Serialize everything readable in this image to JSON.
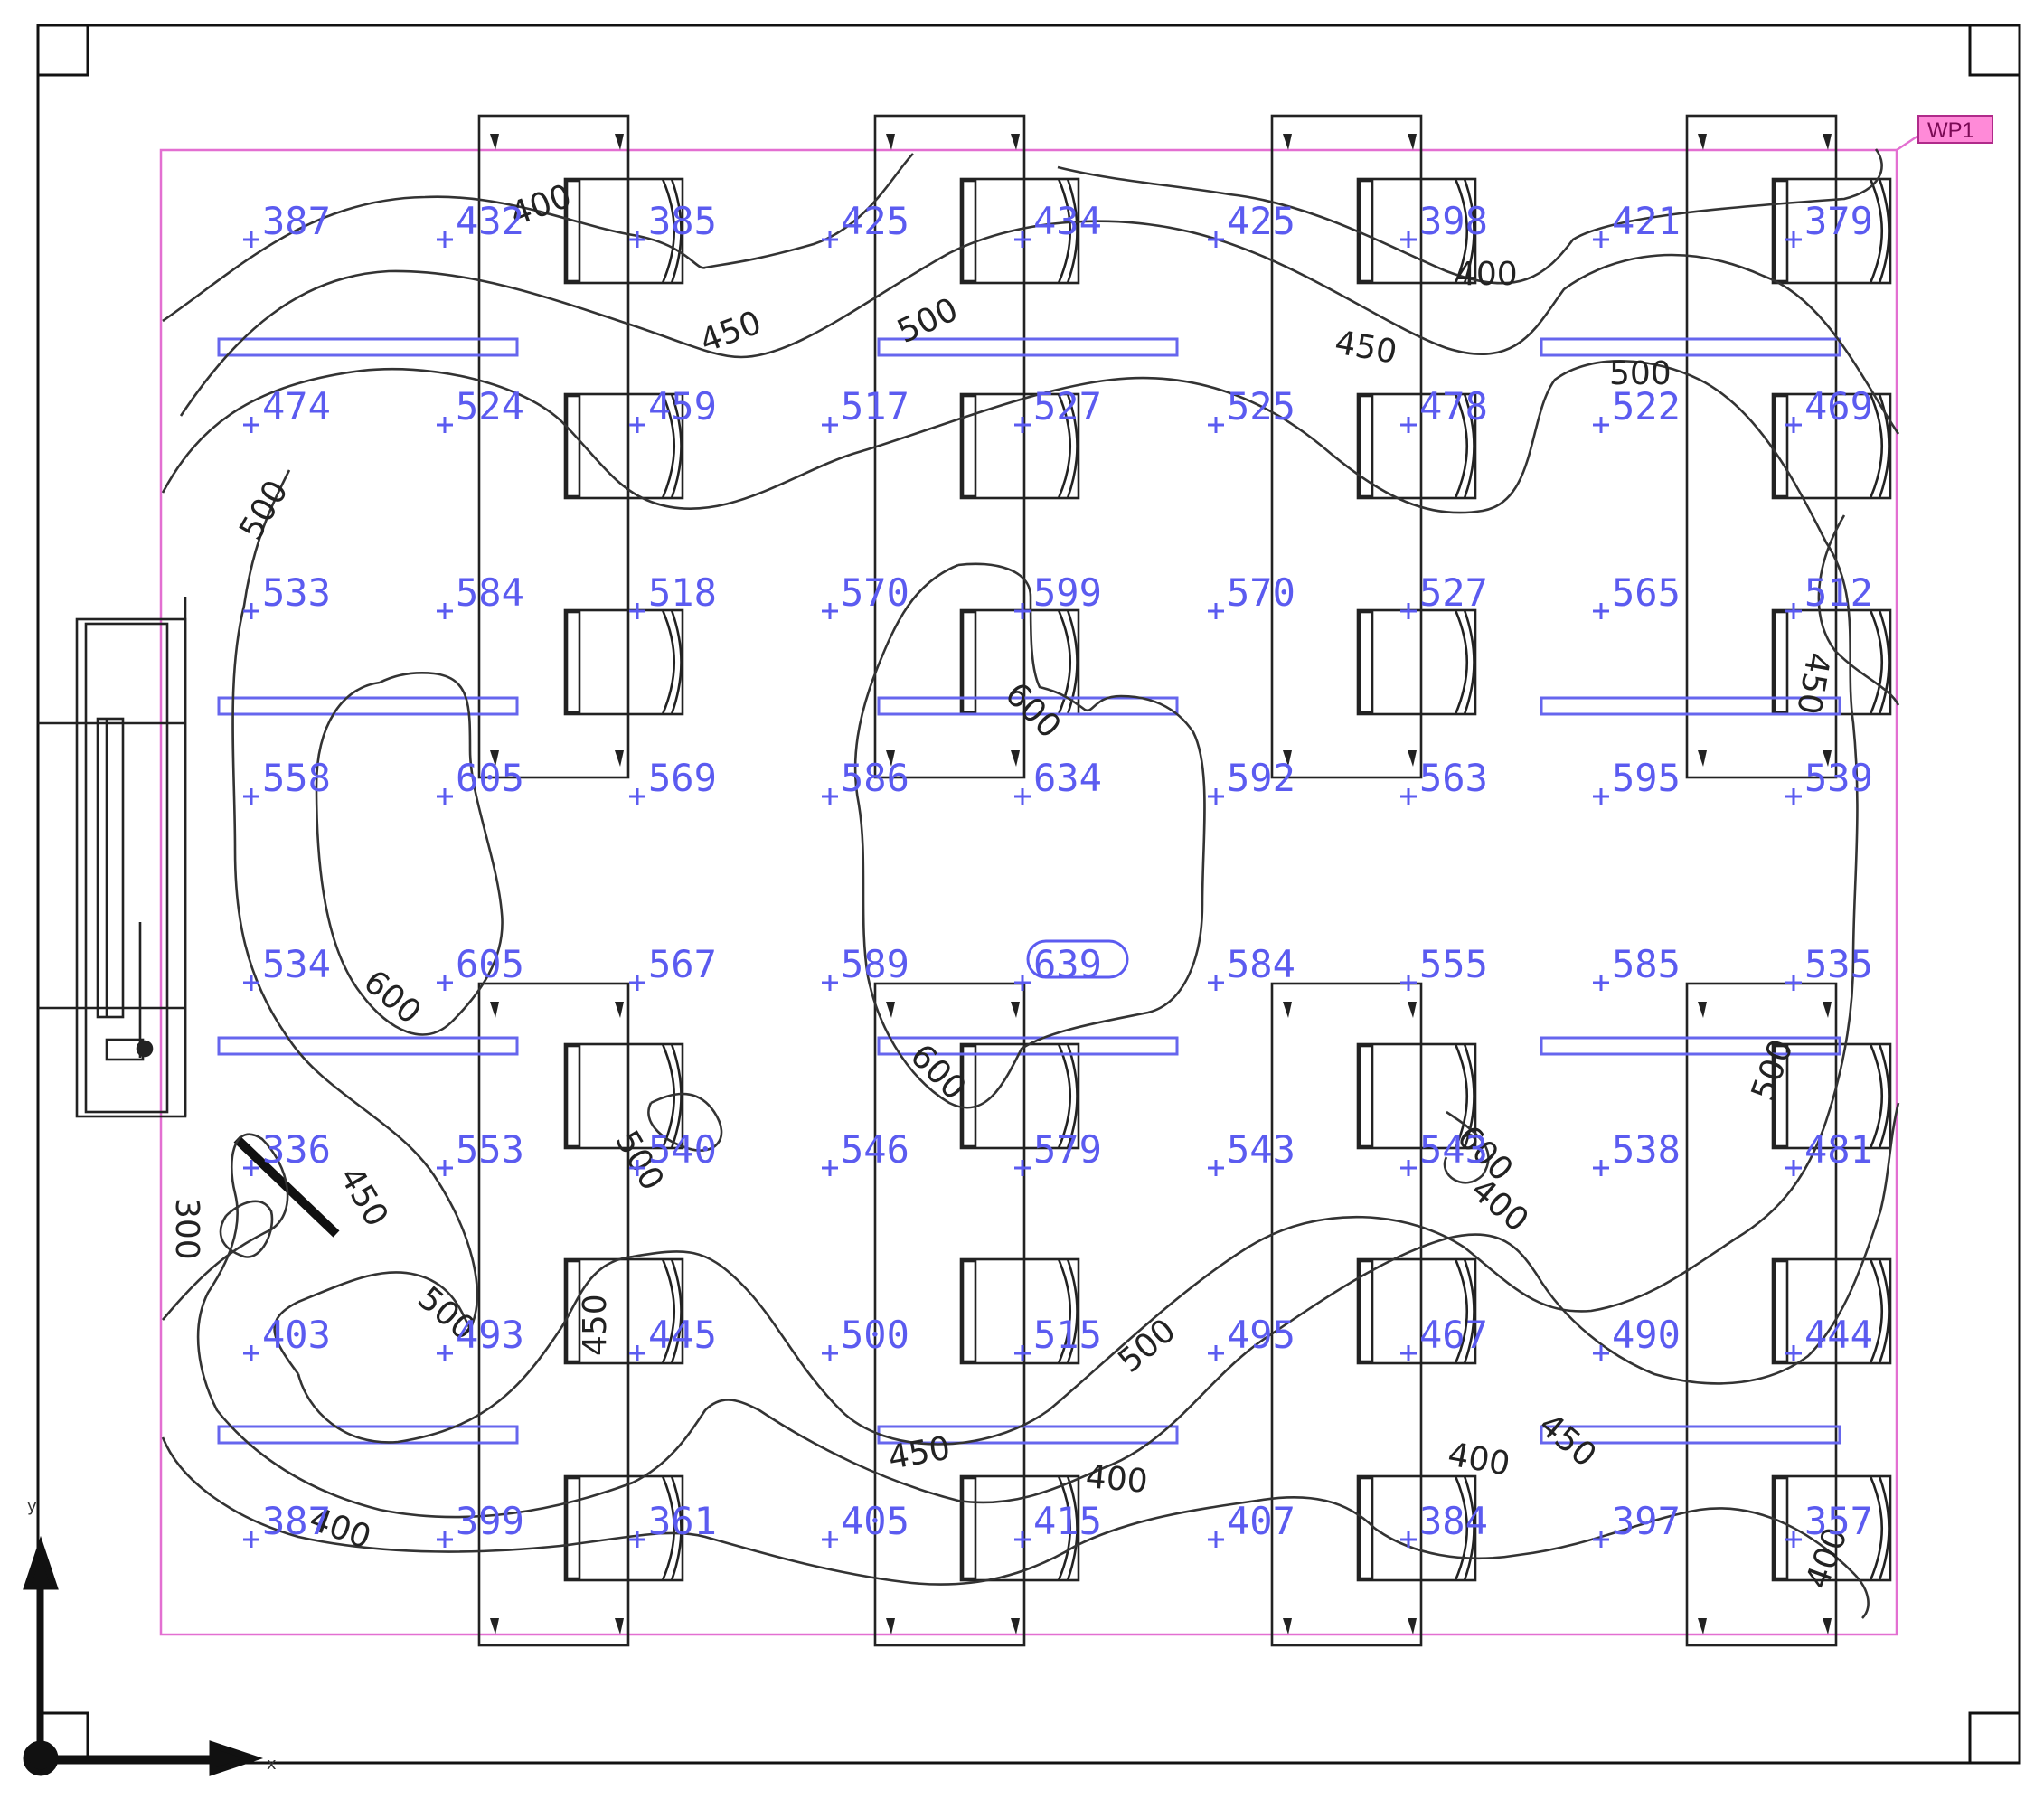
{
  "plane": {
    "label": "WP1",
    "tag_color": "#ff8ad8",
    "boundary_color": "#e36fd1",
    "value_color": "#5b5bf0"
  },
  "axes": {
    "x_label": "x",
    "y_label": "y"
  },
  "grid": {
    "columns": 9,
    "rows": 8,
    "values": [
      [
        "387",
        "432",
        "385",
        "425",
        "434",
        "425",
        "398",
        "421",
        "379"
      ],
      [
        "474",
        "524",
        "459",
        "517",
        "527",
        "525",
        "478",
        "522",
        "469"
      ],
      [
        "533",
        "584",
        "518",
        "570",
        "599",
        "570",
        "527",
        "565",
        "512"
      ],
      [
        "558",
        "605",
        "569",
        "586",
        "634",
        "592",
        "563",
        "595",
        "539"
      ],
      [
        "534",
        "605",
        "567",
        "589",
        "639",
        "584",
        "555",
        "585",
        "535"
      ],
      [
        "336",
        "553",
        "540",
        "546",
        "579",
        "543",
        "543",
        "538",
        "481"
      ],
      [
        "403",
        "493",
        "445",
        "500",
        "515",
        "495",
        "467",
        "490",
        "444"
      ],
      [
        "387",
        "399",
        "361",
        "405",
        "415",
        "407",
        "384",
        "397",
        "357"
      ]
    ],
    "highlighted": "639"
  },
  "isoline_labels": [
    {
      "text": "400",
      "key": "a"
    },
    {
      "text": "400",
      "key": "b"
    },
    {
      "text": "450",
      "key": "c"
    },
    {
      "text": "500",
      "key": "d"
    },
    {
      "text": "450",
      "key": "e"
    },
    {
      "text": "500",
      "key": "f"
    },
    {
      "text": "500",
      "key": "g"
    },
    {
      "text": "600",
      "key": "h"
    },
    {
      "text": "600",
      "key": "i"
    },
    {
      "text": "450",
      "key": "j"
    },
    {
      "text": "600",
      "key": "k"
    },
    {
      "text": "500",
      "key": "l"
    },
    {
      "text": "600",
      "key": "m"
    },
    {
      "text": "500",
      "key": "n"
    },
    {
      "text": "300",
      "key": "o"
    },
    {
      "text": "450",
      "key": "p"
    },
    {
      "text": "500",
      "key": "q"
    },
    {
      "text": "450",
      "key": "r"
    },
    {
      "text": "500",
      "key": "s"
    },
    {
      "text": "450",
      "key": "t"
    },
    {
      "text": "400",
      "key": "u"
    },
    {
      "text": "400",
      "key": "v"
    },
    {
      "text": "400",
      "key": "w"
    },
    {
      "text": "450",
      "key": "x"
    },
    {
      "text": "400",
      "key": "y"
    },
    {
      "text": "400",
      "key": "z"
    }
  ]
}
